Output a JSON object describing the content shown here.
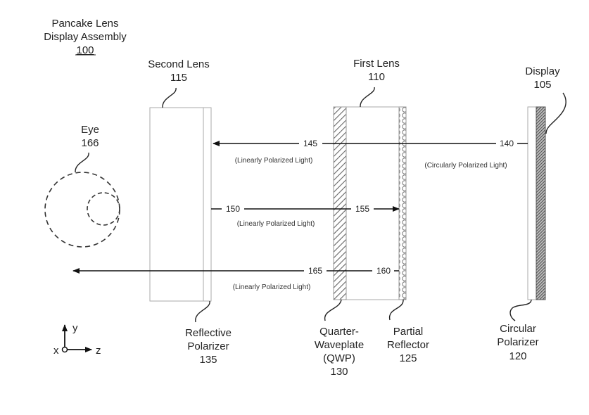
{
  "title": {
    "line1": "Pancake Lens",
    "line2": "Display Assembly",
    "ref": "100"
  },
  "components": {
    "second_lens": {
      "name": "Second Lens",
      "ref": "115"
    },
    "first_lens": {
      "name": "First Lens",
      "ref": "110"
    },
    "display": {
      "name": "Display",
      "ref": "105"
    },
    "eye": {
      "name": "Eye",
      "ref": "166"
    },
    "reflective_polarizer": {
      "line1": "Reflective",
      "line2": "Polarizer",
      "ref": "135"
    },
    "qwp": {
      "line1": "Quarter-",
      "line2": "Waveplate",
      "line3": "(QWP)",
      "ref": "130"
    },
    "partial_reflector": {
      "line1": "Partial",
      "line2": "Reflector",
      "ref": "125"
    },
    "circular_polarizer": {
      "line1": "Circular",
      "line2": "Polarizer",
      "ref": "120"
    }
  },
  "light_paths": {
    "p140": "140",
    "p145": "145",
    "p150": "150",
    "p155": "155",
    "p160": "160",
    "p165": "165",
    "linear_1": "(Linearly Polarized Light)",
    "circular": "(Circularly Polarized Light)",
    "linear_2": "(Linearly Polarized Light)",
    "linear_3": "(Linearly Polarized Light)"
  },
  "axes": {
    "y": "y",
    "x": "x",
    "z": "z"
  }
}
